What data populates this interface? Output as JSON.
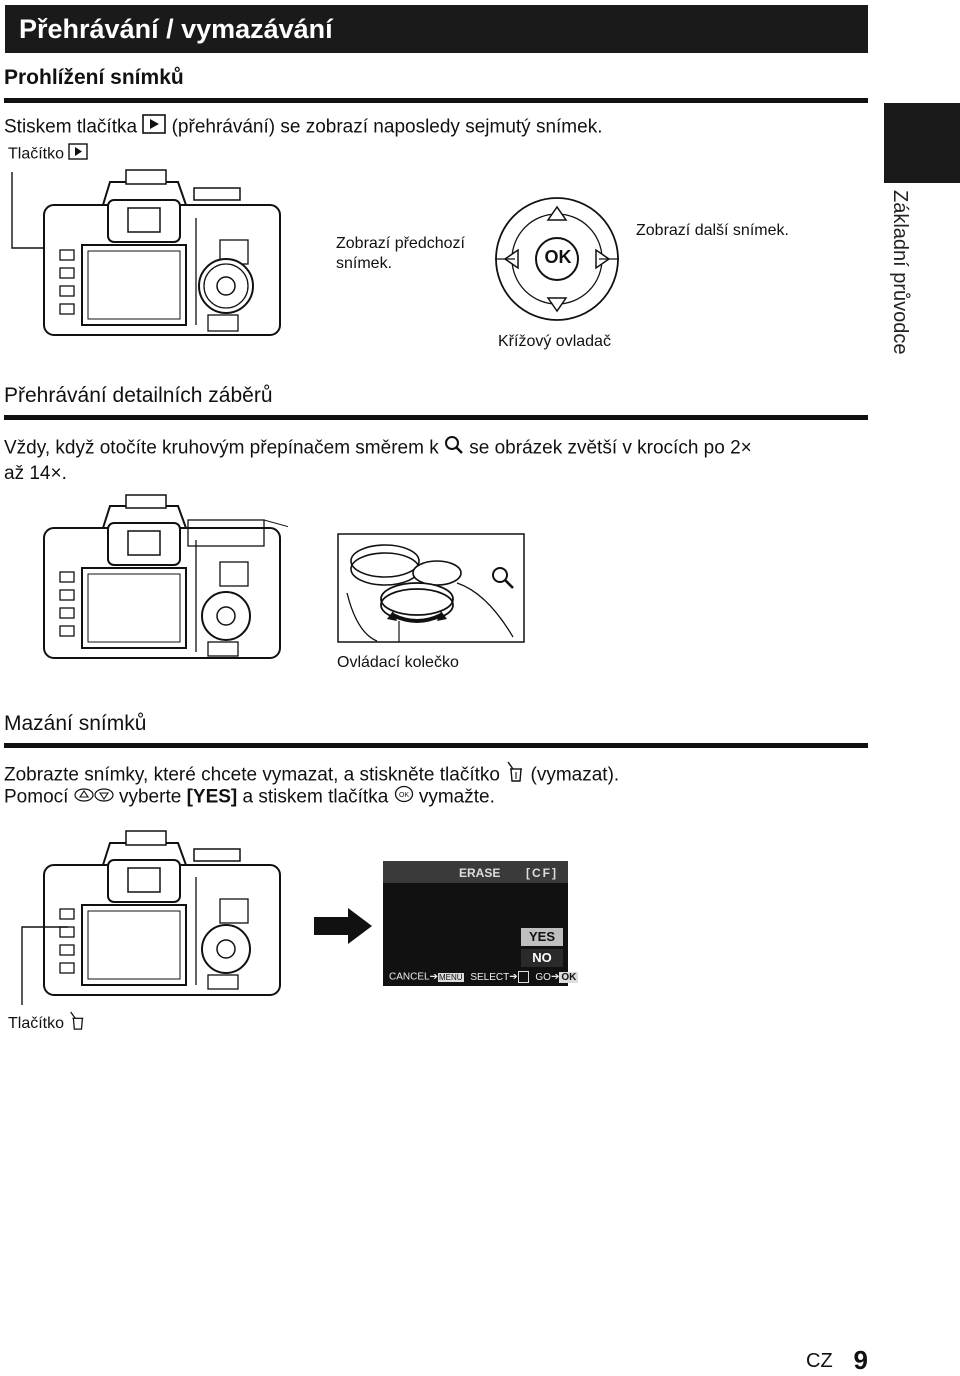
{
  "title": "Přehrávání / vymazávání",
  "side_tab": "Základní průvodce",
  "section1": {
    "heading": "Prohlížení snímků",
    "text_before": "Stiskem tlačítka",
    "text_after": "(přehrávání) se zobrazí naposledy sejmutý snímek.",
    "button_label": "Tlačítko",
    "prev_label": "Zobrazí předchozí snímek.",
    "next_label": "Zobrazí další snímek.",
    "pad_label": "Křížový ovladač",
    "ok_label": "OK"
  },
  "section2": {
    "heading": "Přehrávání detailních záběrů",
    "text_before": "Vždy, když otočíte kruhovým přepínačem směrem k",
    "text_after": "se obrázek zvětší v krocích po 2×",
    "text_line2": "až 14×.",
    "dial_label": "Ovládací kolečko"
  },
  "section3": {
    "heading": "Mazání snímků",
    "line1_before": "Zobrazte snímky, které chcete vymazat, a stiskněte tlačítko",
    "line1_after": "(vymazat).",
    "line2_a": "Pomocí",
    "line2_b": "vyberte",
    "line2_bold": "[YES]",
    "line2_c": "a stiskem tlačítka",
    "line2_d": "vymažte.",
    "button_label": "Tlačítko",
    "lcd": {
      "title": "ERASE",
      "card": "[CF]",
      "yes": "YES",
      "no": "NO",
      "cancel": "CANCEL",
      "cancel_key": "MENU",
      "select": "SELECT",
      "go": "GO",
      "go_key": "OK"
    }
  },
  "footer": {
    "lang": "CZ",
    "page": "9"
  }
}
